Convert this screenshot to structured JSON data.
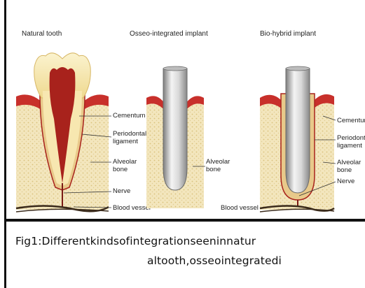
{
  "panels": [
    {
      "title": "Natural tooth"
    },
    {
      "title": "Osseo-integrated implant"
    },
    {
      "title": "Bio-hybrid implant"
    }
  ],
  "labels": {
    "natural": [
      "Cementum",
      "Periodontal",
      "ligament",
      "Alveolar",
      "bone",
      "Nerve",
      "Blood vessel"
    ],
    "osseo": [
      "Alveolar",
      "bone"
    ],
    "biohybrid": [
      "Cementum",
      "Periodontal",
      "ligament",
      "Alveolar",
      "bone",
      "Nerve"
    ],
    "blood_vessel_left": "Blood vessel"
  },
  "caption": {
    "line1": "Fig1:Differentkindsofintegrationseeninnatur",
    "line2": "altooth,osseointegratedi"
  },
  "colors": {
    "bone": "#f3e6bd",
    "gum": "#c8302b",
    "nerve_red": "#a8221c",
    "enamel": "#f6e49a",
    "implant_light": "#eeeeee",
    "implant_dark": "#8f8f8f",
    "border": "#111111"
  }
}
